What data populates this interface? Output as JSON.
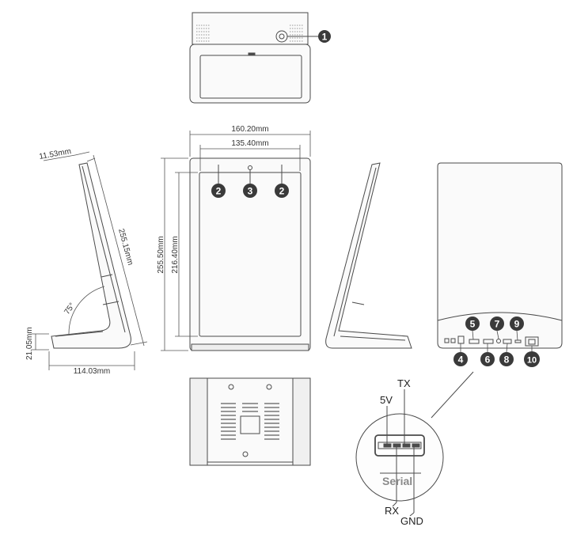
{
  "dimensions": {
    "overall_width": "160.20mm",
    "screen_width": "135.40mm",
    "overall_height": "255.50mm",
    "screen_height": "216.40mm",
    "bezel_depth": "11.53mm",
    "side_length": "255.15mm",
    "base_height": "21.05mm",
    "base_depth": "114.03mm",
    "angle": "75°"
  },
  "callouts": {
    "c1": "1",
    "c2a": "2",
    "c3": "3",
    "c2b": "2",
    "c4": "4",
    "c5": "5",
    "c6": "6",
    "c7": "7",
    "c8": "8",
    "c9": "9",
    "c10": "10"
  },
  "serial_port": {
    "label": "Serial",
    "pin_5v": "5V",
    "pin_tx": "TX",
    "pin_rx": "RX",
    "pin_gnd": "GND"
  },
  "colors": {
    "line": "#4a4a4a",
    "callout": "#3a3a3a",
    "fill": "#f2f2f2",
    "grille": "#777777"
  }
}
